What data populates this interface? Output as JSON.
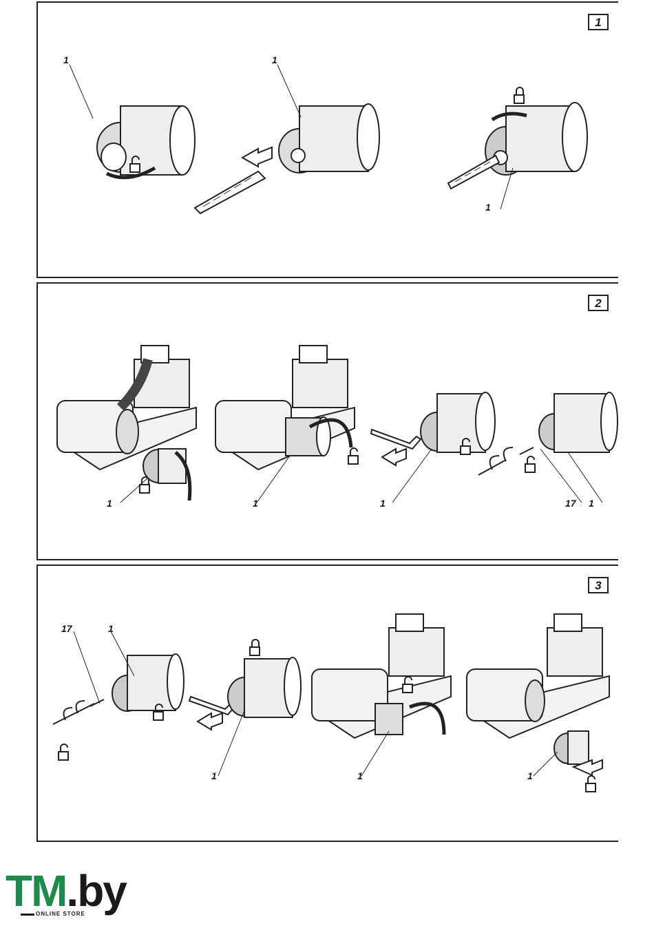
{
  "panels": [
    {
      "number": "1",
      "callouts": [
        "1",
        "1",
        "1"
      ]
    },
    {
      "number": "2",
      "callouts": [
        "1",
        "1",
        "1",
        "17",
        "1"
      ]
    },
    {
      "number": "3",
      "callouts": [
        "17",
        "1",
        "1",
        "1",
        "1"
      ]
    }
  ],
  "logo": {
    "brand_main": "TM",
    "brand_suffix": ".by",
    "tagline": "ONLINE STORE"
  },
  "colors": {
    "brand_green": "#1e8b4a",
    "line": "#222222"
  }
}
